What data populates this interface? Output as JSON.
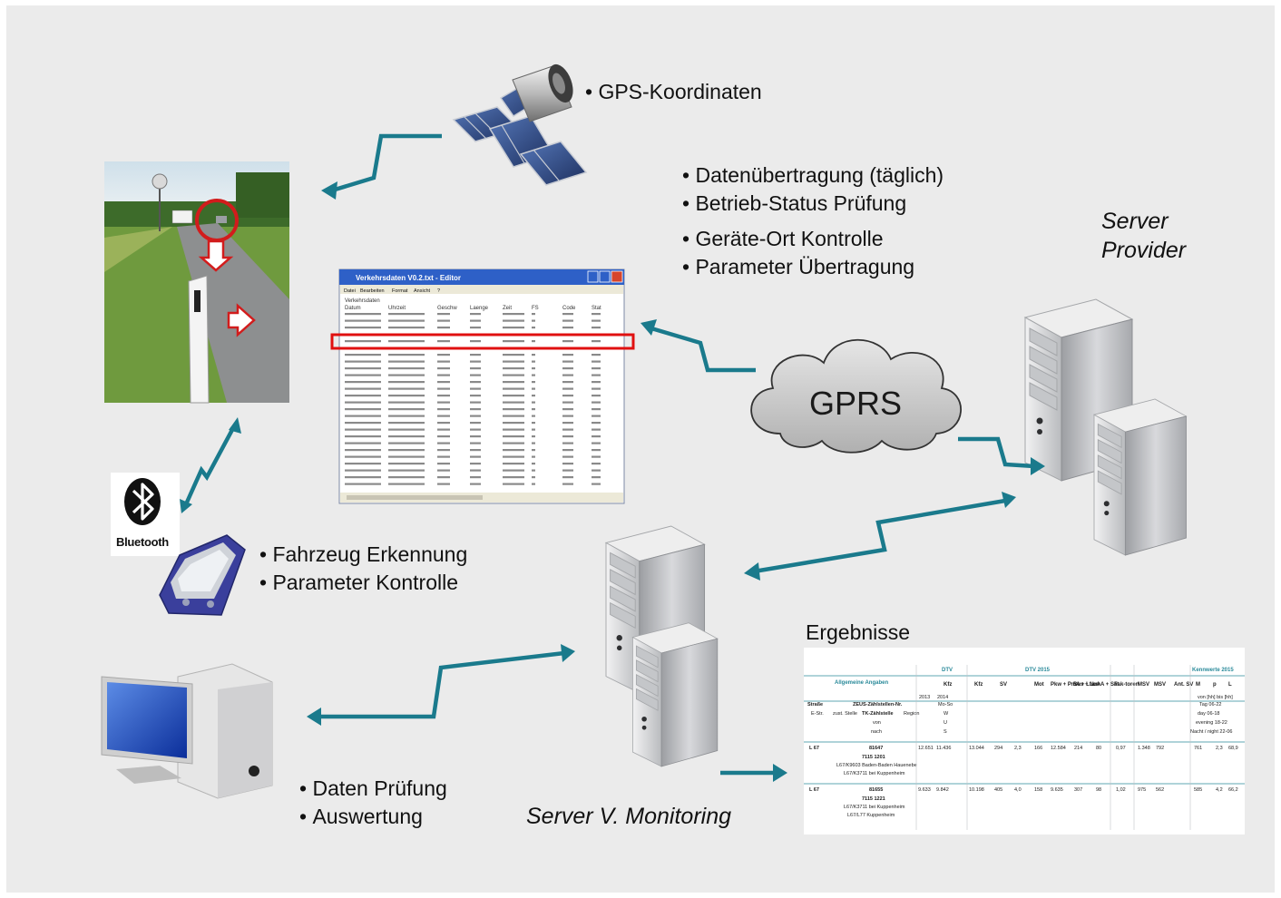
{
  "colors": {
    "background": "#ebebeb",
    "link_arrow": "#1a7a8c",
    "highlight": "#e01010",
    "teal_header": "#2a8a9a"
  },
  "labels": {
    "gps": "GPS-Koordinaten",
    "daten_list": [
      "Datenübertragung (täglich)",
      "Betrieb-Status Prüfung",
      "Geräte-Ort Kontrolle",
      "Parameter Übertragung"
    ],
    "server_provider": [
      "Server",
      "Provider"
    ],
    "gprs": "GPRS",
    "handheld_list": [
      "Fahrzeug Erkennung",
      "Parameter Kontrolle"
    ],
    "bluetooth": "Bluetooth",
    "ergebnisse": "Ergebnisse",
    "pc_list": [
      "Daten Prüfung",
      "Auswertung"
    ],
    "server_monitoring": "Server V. Monitoring"
  },
  "editor": {
    "title": "Verkehrsdaten V0.2.txt - Editor",
    "menu": [
      "Datei",
      "Bearbeiten",
      "Format",
      "Ansicht",
      "?"
    ],
    "header_line": "Verkehrsdaten",
    "columns": [
      "Datum",
      "Uhrzeit",
      "Geschw",
      "Laenge",
      "Zeit",
      "FS",
      "Code",
      "Stat"
    ]
  },
  "results_table": {
    "group_headers": [
      "DTV",
      "DTV 2015",
      "Kennwerte 2015"
    ],
    "allgemeine_angaben": "Allgemeine Angaben",
    "cols": [
      "Kfz",
      "Kfz",
      "SV",
      "Mot",
      "Pkw + PmA + Lfw",
      "Bus + LoA",
      "LmA + Sat",
      "Fak-toren",
      "MSV",
      "MSV",
      "Ant. SV",
      "M",
      "p",
      "L"
    ],
    "years": [
      "2013",
      "2014"
    ],
    "row_labels": [
      "Straße",
      "E-Str.",
      "zust. Stelle",
      "Region",
      "ZEUS-Zählstellen-Nr.",
      "TK-Zählstelle",
      "von",
      "nach"
    ],
    "period_labels": [
      "Mo-So",
      "W",
      "U",
      "S",
      "Tag 06-22",
      "day 06-18",
      "evening 18-22",
      "Nacht / night 22-06",
      "von [hh] bis [hh]"
    ],
    "road_1": "L 67",
    "road_2": "L 67",
    "station_1": "81647",
    "station_2": "81655",
    "tk_1": "7115 1201",
    "tk_2": "7115 1221",
    "place_1": "L67/K9603 Baden-Baden Hauenebe",
    "place_2": "L67/K3711 bei Kuppenheim",
    "place_3": "L67/K3711 bei Kuppenheim",
    "place_4": "L67/L77 Kuppenheim",
    "vals_r1": [
      "12.651",
      "11.436",
      "13.044",
      "294",
      "2,3",
      "166",
      "12.584",
      "214",
      "80",
      "0,97",
      "1.348",
      "792",
      "761",
      "2,3",
      "68,9"
    ],
    "vals_r2": [
      "9.633",
      "9.842",
      "10.198",
      "405",
      "4,0",
      "158",
      "9.635",
      "307",
      "98",
      "1,02",
      "975",
      "562",
      "585",
      "4,2",
      "66,2"
    ]
  }
}
